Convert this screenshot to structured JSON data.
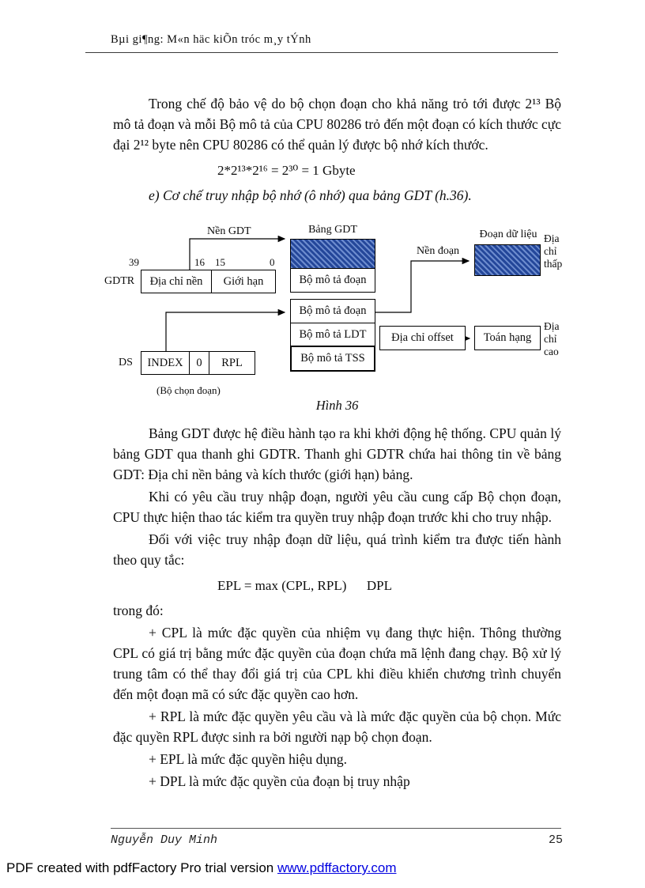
{
  "header": {
    "title": "Bµi gi¶ng: M«n häc kiÕn tróc m¸y tÝnh"
  },
  "content": {
    "p1": "Trong chế độ bảo vệ do bộ chọn đoạn cho khả năng trỏ tới được 2¹³ Bộ mô tả đoạn và mỗi Bộ mô tả của CPU 80286 trỏ đến một đoạn có kích thước cực đại 2¹² byte nên CPU 80286 có thể quản lý được bộ nhớ kích thước.",
    "formula_memory": "2*2¹³*2¹⁶ = 2³⁰ = 1 Gbyte",
    "heading_e": "e) Cơ chế truy nhập bộ nhớ (ô nhớ) qua bảng GDT (h.36).",
    "p2": "Bảng GDT được hệ điều hành tạo ra khi khởi động hệ thống. CPU quản lý bảng GDT qua thanh ghi GDTR. Thanh ghi GDTR chứa hai thông tin về bảng GDT: Địa chỉ nền bảng và kích thước (giới hạn) bảng.",
    "p3": "Khi có yêu cầu truy nhập đoạn, người yêu cầu cung cấp Bộ chọn đoạn, CPU thực hiện thao tác kiểm tra quyền truy nhập đoạn trước khi cho truy nhập.",
    "p4": "Đối với việc truy nhập đoạn dữ liệu, quá trình kiểm tra được tiến hành theo quy tắc:",
    "formula_epl": "EPL = max (CPL, RPL)      DPL",
    "p5": "trong đó:",
    "p6": "+ CPL là mức đặc quyền của nhiệm vụ đang thực hiện. Thông thường CPL có giá trị bằng mức đặc quyền của đoạn chứa mã lệnh đang chạy. Bộ xử lý trung tâm có thể thay đổi giá trị của CPL khi điều khiển chương trình chuyển đến một đoạn mã có sức đặc quyền cao hơn.",
    "p7": "+ RPL là mức đặc quyền yêu cầu và là mức đặc quyền của bộ chọn. Mức đặc quyền RPL được sinh ra bởi người nạp bộ chọn đoạn.",
    "p8": "+ EPL là mức đặc quyền hiệu dụng.",
    "p9": "+ DPL là mức đặc quyền của đoạn bị truy nhập"
  },
  "diagram": {
    "nen_gdt": "Nền GDT",
    "bang_gdt": "Bảng GDT",
    "desc_row": "Bộ mô tả đoạn",
    "desc2": "Bộ mô tả đoạn",
    "ldt": "Bộ mô tả LDT",
    "tss": "Bộ mô tả TSS",
    "bit39": "39",
    "bit16": "16",
    "bit15": "15",
    "bit0": "0",
    "gdtr": "GDTR",
    "base_cell": "Địa chỉ nền",
    "limit_cell": "Giới hạn",
    "ds": "DS",
    "index_cell": "INDEX",
    "zero_cell": "0",
    "rpl_cell": "RPL",
    "selector_caption": "(Bộ chọn đoạn)",
    "data_segment": "Đoạn dữ liệu",
    "nen_doan": "Nền đoạn",
    "addr_low": "Địa\nchỉ\nthấp",
    "addr_high": "Địa\nchỉ\ncao",
    "offset_box": "Địa chỉ offset",
    "operand_box": "Toán hạng",
    "caption": "Hình 36"
  },
  "footer": {
    "author": "Nguyễn Duy Minh",
    "page_number": "25"
  },
  "pdf_note": {
    "text": "PDF created with pdfFactory Pro trial version ",
    "link": "www.pdffactory.com"
  }
}
